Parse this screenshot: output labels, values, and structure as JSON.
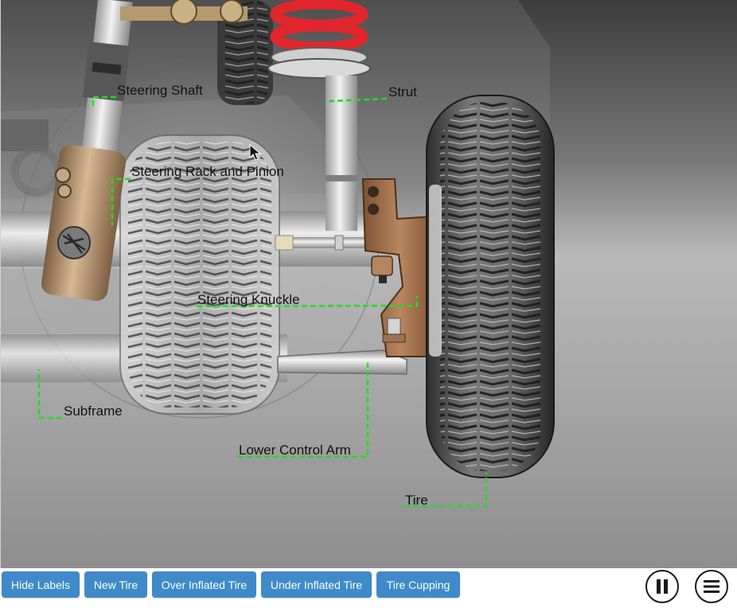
{
  "diagram": {
    "labels": {
      "steering_shaft": "Steering Shaft",
      "strut": "Strut",
      "steering_rack": "Steering Rack and Pinion",
      "steering_knuckle": "Steering Knuckle",
      "subframe": "Subframe",
      "lower_control_arm": "Lower Control Arm",
      "tire": "Tire"
    },
    "colors": {
      "leader_line": "#22dd22",
      "spring": "#e0262c",
      "knuckle": "#9a6a45",
      "rack": "#a68463"
    }
  },
  "toolbar": {
    "buttons": {
      "hide_labels": "Hide Labels",
      "new_tire": "New Tire",
      "over_inflated": "Over Inflated Tire",
      "under_inflated": "Under Inflated Tire",
      "tire_cupping": "Tire Cupping"
    },
    "button_color": "#3f8ac9",
    "pause_icon": "pause-icon",
    "menu_icon": "hamburger-menu-icon"
  }
}
